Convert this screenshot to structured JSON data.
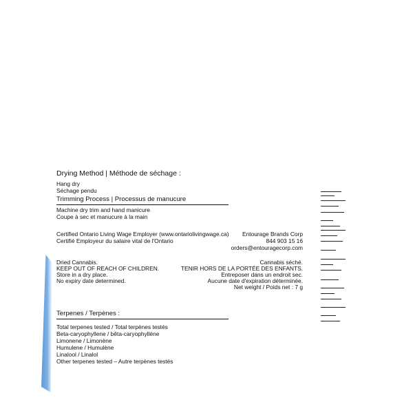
{
  "drying": {
    "title": "Drying Method | Méthode de séchage :",
    "lines": [
      "Hang dry",
      "Séchage pendu"
    ]
  },
  "trimming": {
    "title": "Trimming Process | Processus de manucure",
    "lines": [
      "Machine dry trim and hand manicure",
      "Coupe à sec et manucure à la main"
    ]
  },
  "employer": {
    "lines": [
      "Certified Ontario Living Wage Employer (www.ontariolivingwage.ca)",
      "Certifié Employeur du salaire vital de l'Ontario"
    ]
  },
  "company": {
    "name": "Entourage Brands Corp",
    "phone": "844 903 15 16",
    "email": "orders@entouragecorp.com"
  },
  "warnings": {
    "left": [
      "Dried Cannabis.",
      "KEEP OUT OF REACH OF CHILDREN.",
      "Store in a dry place.",
      "No expiry date determined."
    ],
    "right": [
      "Cannabis séché.",
      "TENIR HORS DE LA PORTÉE DES ENFANTS.",
      "Entreposer dans un endroit sec.",
      "Aucune date d'expiration déterminée.",
      "Net weight / Poids net : 7 g"
    ]
  },
  "terpenes": {
    "title": "Terpenes / Terpènes :",
    "lines": [
      "Total terpenes tested / Total terpènes testés",
      "Beta-caryophyllene / bêta-caryophyllène",
      "Limonene / Limonène",
      "Humulene / Humulène",
      "Linalool / Linalol",
      "Other terpenes tested – Autre terpènes testés"
    ]
  }
}
